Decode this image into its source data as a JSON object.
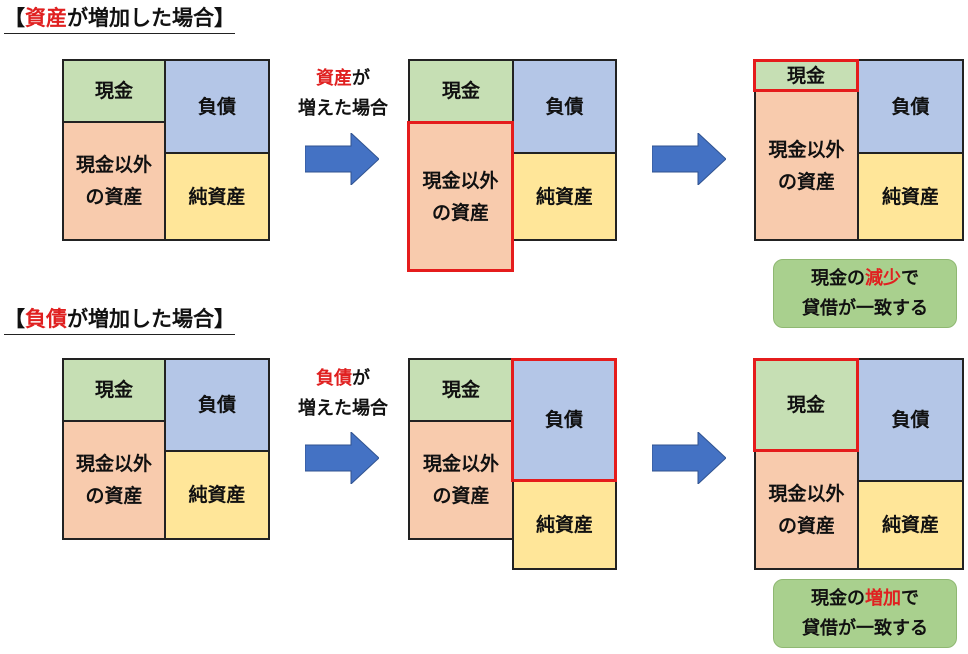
{
  "sections": [
    {
      "title_bracket_open": "【",
      "title_highlight": "資産",
      "title_rest": "が増加した場合",
      "title_bracket_close": "】",
      "arrow_label_highlight": "資産",
      "arrow_label_suffix": "が",
      "arrow_label_line2": "増えた場合",
      "note_prefix": "現金の",
      "note_highlight": "減少",
      "note_suffix": "で",
      "note_line2": "貸借が一致する"
    },
    {
      "title_bracket_open": "【",
      "title_highlight": "負債",
      "title_rest": "が増加した場合",
      "title_bracket_close": "】",
      "arrow_label_highlight": "負債",
      "arrow_label_suffix": "が",
      "arrow_label_line2": "増えた場合",
      "note_prefix": "現金の",
      "note_highlight": "増加",
      "note_suffix": "で",
      "note_line2": "貸借が一致する"
    }
  ],
  "blocks": {
    "cash": "現金",
    "liabilities": "負債",
    "noncash_line1": "現金以外",
    "noncash_line2": "の資産",
    "equity": "純資産"
  },
  "colors": {
    "cash": "#c6dfb4",
    "liabilities": "#b4c6e7",
    "equity": "#ffe699",
    "noncash": "#f8cbad",
    "highlight": "#e51c1c",
    "arrow": "#4472c4",
    "note": "#a9d08e"
  }
}
